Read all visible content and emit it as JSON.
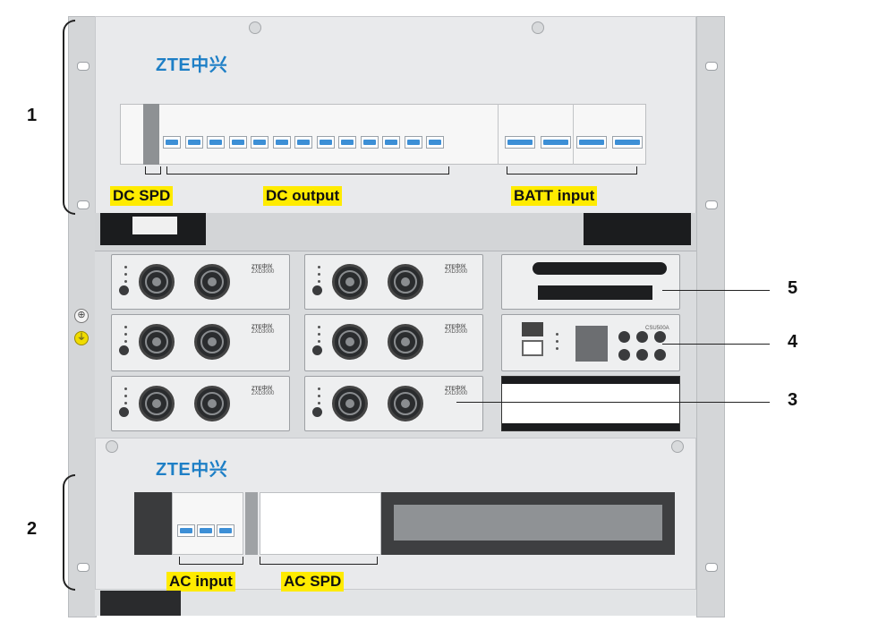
{
  "brand": {
    "logo_text": "ZTE中兴",
    "logo_color": "#1e7fc6"
  },
  "labels": {
    "dc_spd": "DC SPD",
    "dc_output": "DC output",
    "batt_input": "BATT input",
    "ac_input": "AC input",
    "ac_spd": "AC SPD"
  },
  "callout_color": "#ffeb00",
  "numbers": {
    "n1": "1",
    "n2": "2",
    "n3": "3",
    "n4": "4",
    "n5": "5"
  },
  "module_marks": {
    "brand": "ZTE中兴",
    "model": "ZXD3000",
    "monitor_model": "CSU500A"
  }
}
